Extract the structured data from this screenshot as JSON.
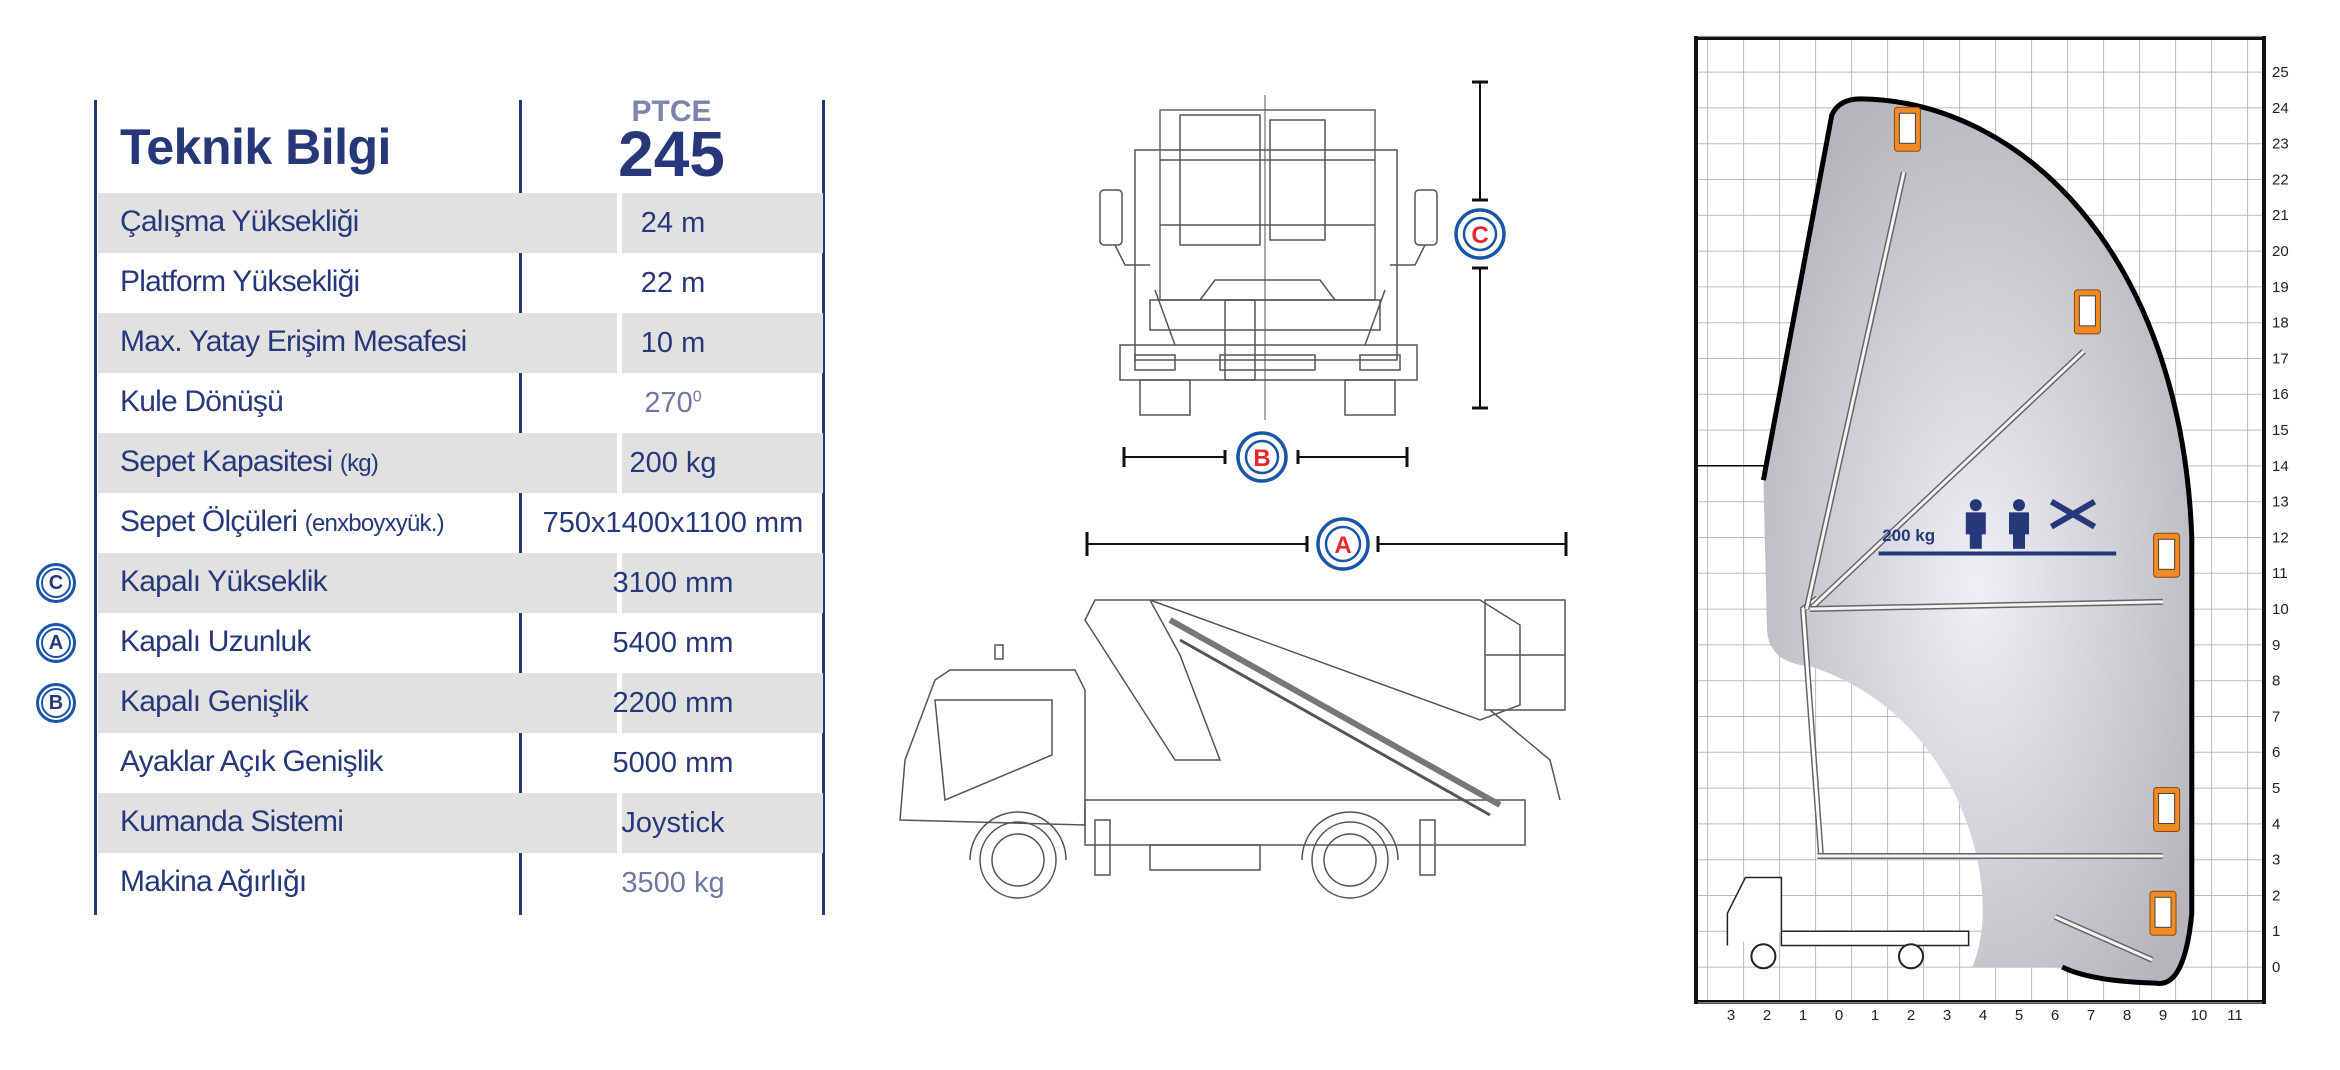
{
  "header": {
    "title": "Teknik Bilgi",
    "model_prefix": "PTCE",
    "model_number": "245"
  },
  "specs": [
    {
      "label": "Çalışma Yüksekliği",
      "value": "24 m"
    },
    {
      "label": "Platform Yüksekliği",
      "value": "22 m"
    },
    {
      "label": "Max. Yatay Erişim Mesafesi",
      "value": "10 m"
    },
    {
      "label": "Kule Dönüşü",
      "value": "270",
      "value_sup": "0"
    },
    {
      "label": "Sepet Kapasitesi",
      "label_unit": "(kg)",
      "value": "200 kg"
    },
    {
      "label": "Sepet Ölçüleri",
      "label_unit": "(enxboyxyük.)",
      "value": "750x1400x1100 mm"
    },
    {
      "label": "Kapalı Yükseklik",
      "badge": "C",
      "value": "3100 mm"
    },
    {
      "label": "Kapalı Uzunluk",
      "badge": "A",
      "value": "5400 mm"
    },
    {
      "label": "Kapalı Genişlik",
      "badge": "B",
      "value": "2200 mm"
    },
    {
      "label": "Ayaklar Açık Genişlik",
      "value": "5000 mm"
    },
    {
      "label": "Kumanda Sistemi",
      "value": "Joystick"
    },
    {
      "label": "Makina Ağırlığı",
      "value": "3500 kg"
    }
  ],
  "dimension_markers": {
    "a": "A",
    "b": "B",
    "c": "C"
  },
  "working_range": {
    "capacity_label": "200 kg",
    "y_ticks": [
      "0",
      "1",
      "2",
      "3",
      "4",
      "5",
      "6",
      "7",
      "8",
      "9",
      "10",
      "11",
      "12",
      "13",
      "14",
      "15",
      "16",
      "17",
      "18",
      "19",
      "20",
      "21",
      "22",
      "23",
      "24",
      "25"
    ],
    "x_ticks": [
      "3",
      "2",
      "1",
      "0",
      "1",
      "2",
      "3",
      "4",
      "5",
      "6",
      "7",
      "8",
      "9",
      "10",
      "11"
    ],
    "max_height_m": 24,
    "max_outreach_m": 10
  },
  "colors": {
    "navy": "#27387a",
    "badge_blue": "#1a56a8",
    "badge_red": "#e8262d",
    "basket_orange": "#f08a24",
    "row_gray": "#e1e1e1"
  }
}
